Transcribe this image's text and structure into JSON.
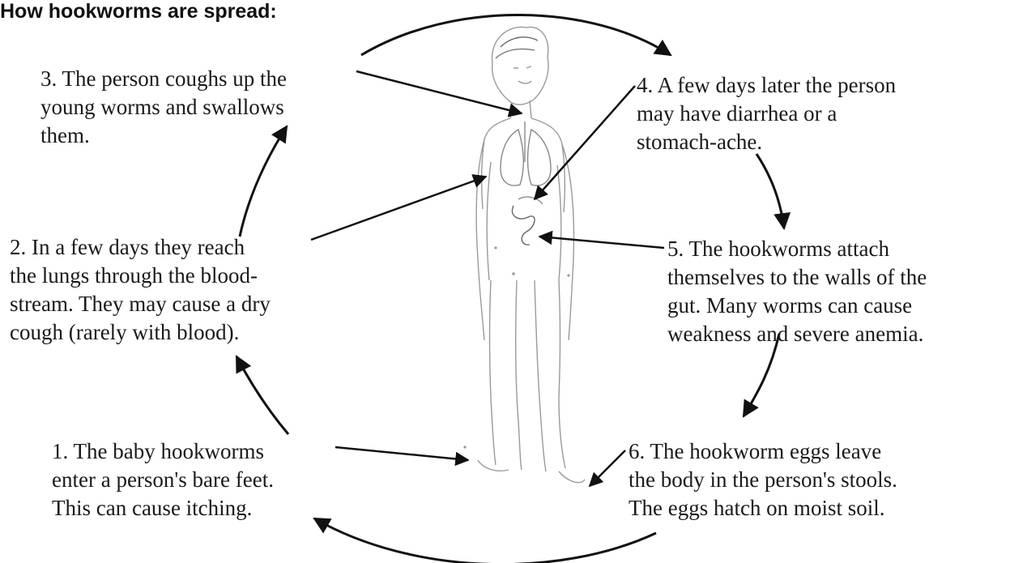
{
  "title": "How hookworms are spread:",
  "figure": {
    "icon": "human-body-figure-illustration"
  },
  "steps": [
    {
      "lines": [
        "1. The baby hookworms",
        "enter a person's bare feet.",
        "This can cause itching."
      ]
    },
    {
      "lines": [
        "2. In a few days they reach",
        "the lungs through the blood-",
        "stream. They may cause a dry",
        "cough (rarely with blood)."
      ]
    },
    {
      "lines": [
        "3. The person coughs up the",
        "young worms and swallows",
        "them."
      ]
    },
    {
      "lines": [
        "4. A few days later the person",
        "may have diarrhea or a",
        "stomach-ache."
      ]
    },
    {
      "lines": [
        "5. The hookworms attach",
        "themselves to the walls of the",
        "gut. Many worms can cause",
        "weakness and severe anemia."
      ]
    },
    {
      "lines": [
        "6. The hookworm eggs leave",
        "the body in the person's stools.",
        "The eggs hatch on moist soil."
      ]
    }
  ]
}
